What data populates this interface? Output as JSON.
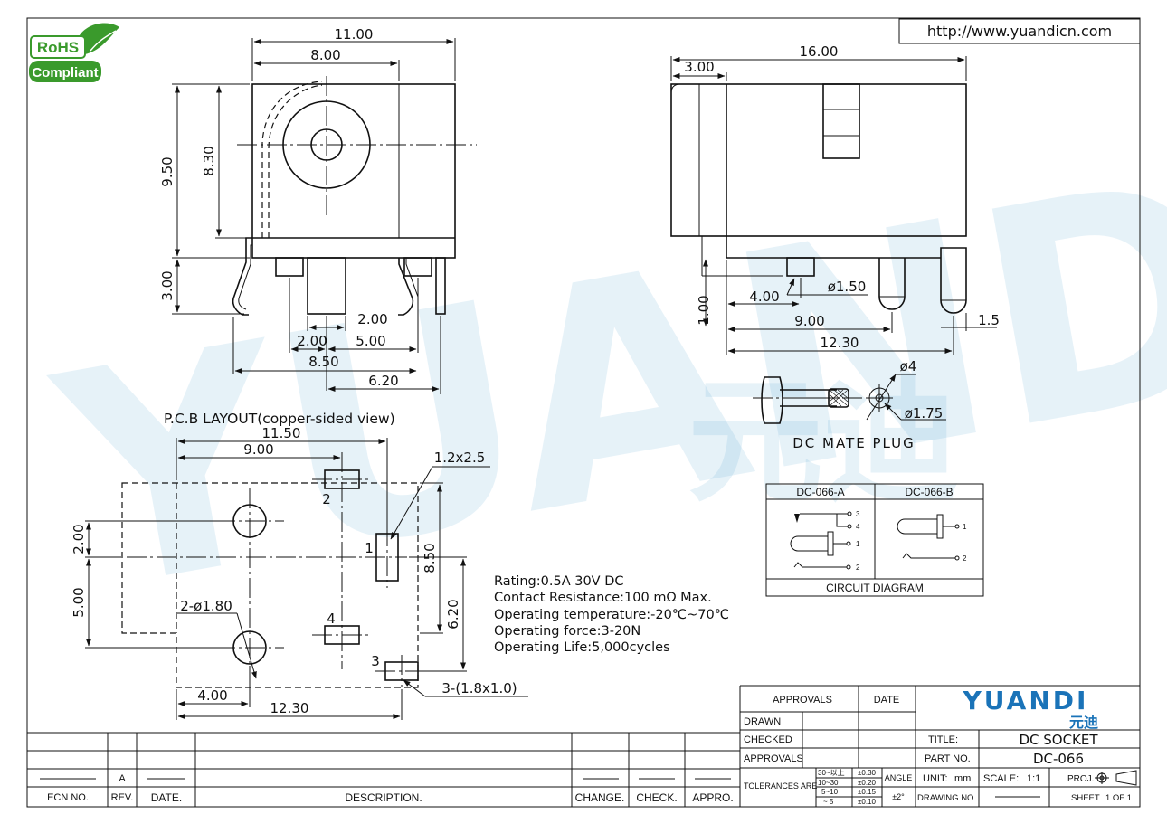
{
  "header": {
    "url": "http://www.yuandicn.com",
    "rohs_line1": "RoHS",
    "rohs_line2": "Compliant"
  },
  "front_view": {
    "width_overall": "11.00",
    "width_body": "8.00",
    "height_overall": "9.50",
    "height_inner": "8.30",
    "pin_length": "3.00",
    "pin_width": "2.00",
    "pin_pitch_left": "2.00",
    "pin_pitch_right": "5.00",
    "span_850": "8.50",
    "span_620": "6.20"
  },
  "side_view": {
    "length": "16.00",
    "front_depth": "3.00",
    "pin_offset": "4.00",
    "pin_dia": "ø1.50",
    "pin_dist": "9.00",
    "total": "12.30",
    "height_100": "1.00",
    "pin_width": "1.5"
  },
  "plug": {
    "d_outer": "ø4",
    "d_inner": "ø1.75",
    "label": "DC MATE PLUG"
  },
  "pcb": {
    "title": "P.C.B LAYOUT(copper-sided view)",
    "w_1150": "11.50",
    "w_900": "9.00",
    "pad_size": "1.2x2.5",
    "h_850": "8.50",
    "h_620": "6.20",
    "h_200": "2.00",
    "h_500": "5.00",
    "hole_label": "2-ø1.80",
    "w_400": "4.00",
    "w_1230": "12.30",
    "pad_callout": "3-(1.8x1.0)",
    "pin1": "1",
    "pin2": "2",
    "pin3": "3",
    "pin4": "4"
  },
  "specs": [
    "Rating:0.5A 30V DC",
    "Contact Resistance:100 mΩ Max.",
    "Operating temperature:-20℃~70℃",
    "Operating force:3-20N",
    "Operating Life:5,000cycles"
  ],
  "circuit": {
    "col_a": "DC-066-A",
    "col_b": "DC-066-B",
    "caption": "CIRCUIT DIAGRAM",
    "a_pins": [
      "3",
      "4",
      "1",
      "2"
    ],
    "b_pins": [
      "1",
      "2"
    ]
  },
  "revision_table": {
    "ecn": "ECN NO.",
    "rev": "REV.",
    "rev_value": "A",
    "date": "DATE.",
    "description": "DESCRIPTION.",
    "change": "CHANGE.",
    "check": "CHECK.",
    "appro": "APPRO."
  },
  "title_block": {
    "approvals_head": "APPROVALS",
    "date_head": "DATE",
    "drawn": "DRAWN",
    "checked": "CHECKED",
    "approvals": "APPROVALS",
    "tolerances": "TOLERANCES ARE",
    "tol_ranges": [
      "30~以上",
      "10~30",
      "5~10",
      "~ 5"
    ],
    "tol_values": [
      "±0.30",
      "±0.20",
      "±0.15",
      "±0.10"
    ],
    "angle": "ANGLE",
    "angle_value": "±2°",
    "logo": "YUANDI",
    "logo_cn": "元迪",
    "title_label": "TITLE:",
    "title_value": "DC SOCKET",
    "part_label": "PART NO.",
    "part_value": "DC-066",
    "unit_label": "UNIT:",
    "unit_value": "mm",
    "scale_label": "SCALE:",
    "scale_value": "1:1",
    "proj_label": "PROJ.",
    "drawing_label": "DRAWING NO.",
    "sheet_label": "SHEET",
    "sheet_value": "1 OF 1"
  },
  "watermark": {
    "text": "YUANDI",
    "text_cn": "元迪"
  },
  "colors": {
    "line": "#111111",
    "watermark": "#2b8fc9",
    "logo": "#1a73b8",
    "rohs_green": "#3a9a2c"
  }
}
